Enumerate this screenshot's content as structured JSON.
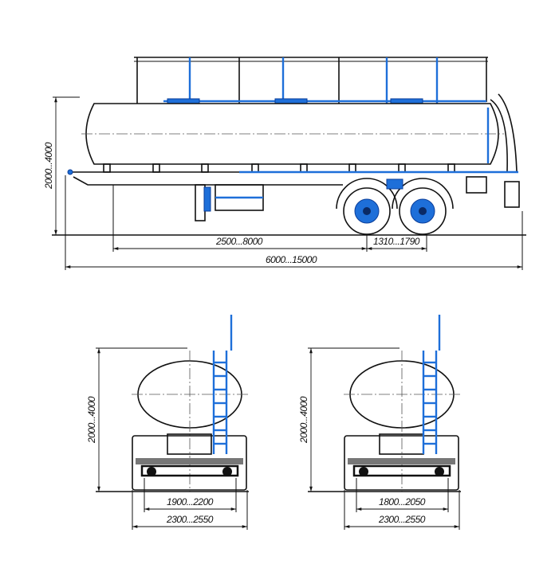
{
  "title": "Tank semi-trailer dimensional drawing",
  "colors": {
    "line": "#111111",
    "accent": "#1e6fd9"
  },
  "side_view": {
    "height": "2000...4000",
    "axle_to_kingpin": "2500...8000",
    "axle_spacing": "1310...1790",
    "overall_length": "6000...15000"
  },
  "rear_view_left": {
    "height": "2000...4000",
    "track": "1900...2200",
    "overall_width": "2300...2550"
  },
  "rear_view_right": {
    "height": "2000...4000",
    "track": "1800...2050",
    "overall_width": "2300...2550"
  }
}
